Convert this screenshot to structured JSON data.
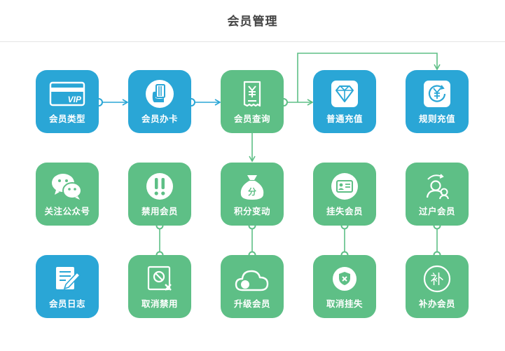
{
  "header": {
    "title": "会员管理"
  },
  "colors": {
    "blue": "#2aa6d6",
    "green": "#5ebf86",
    "connector": "#2aa6d6",
    "connector_green": "#5ebf86"
  },
  "tiles": {
    "member_type": {
      "label": "会员类型",
      "icon": "vip-card-icon",
      "color": "blue"
    },
    "member_card": {
      "label": "会员办卡",
      "icon": "card-hand-icon",
      "color": "blue"
    },
    "member_query": {
      "label": "会员查询",
      "icon": "receipt-yen-icon",
      "color": "green"
    },
    "normal_recharge": {
      "label": "普通充值",
      "icon": "diamond-icon",
      "color": "blue"
    },
    "rule_recharge": {
      "label": "规则充值",
      "icon": "yen-coin-icon",
      "color": "blue"
    },
    "follow_wechat": {
      "label": "关注公众号",
      "icon": "wechat-icon",
      "color": "green"
    },
    "ban_member": {
      "label": "禁用会员",
      "icon": "exclamation-icon",
      "color": "green"
    },
    "points_change": {
      "label": "积分变动",
      "icon": "money-bag-icon",
      "color": "green",
      "icon_text": "分"
    },
    "report_lost": {
      "label": "挂失会员",
      "icon": "id-card-icon",
      "color": "green"
    },
    "transfer_member": {
      "label": "过户会员",
      "icon": "user-transfer-icon",
      "color": "green"
    },
    "member_log": {
      "label": "会员日志",
      "icon": "log-pen-icon",
      "color": "blue"
    },
    "cancel_ban": {
      "label": "取消禁用",
      "icon": "cancel-ban-icon",
      "color": "green"
    },
    "upgrade_member": {
      "label": "升级会员",
      "icon": "cloud-icon",
      "color": "green"
    },
    "cancel_lost": {
      "label": "取消挂失",
      "icon": "shield-cancel-icon",
      "color": "green"
    },
    "reissue_member": {
      "label": "补办会员",
      "icon": "bu-char-icon",
      "color": "green",
      "icon_text": "补"
    }
  }
}
